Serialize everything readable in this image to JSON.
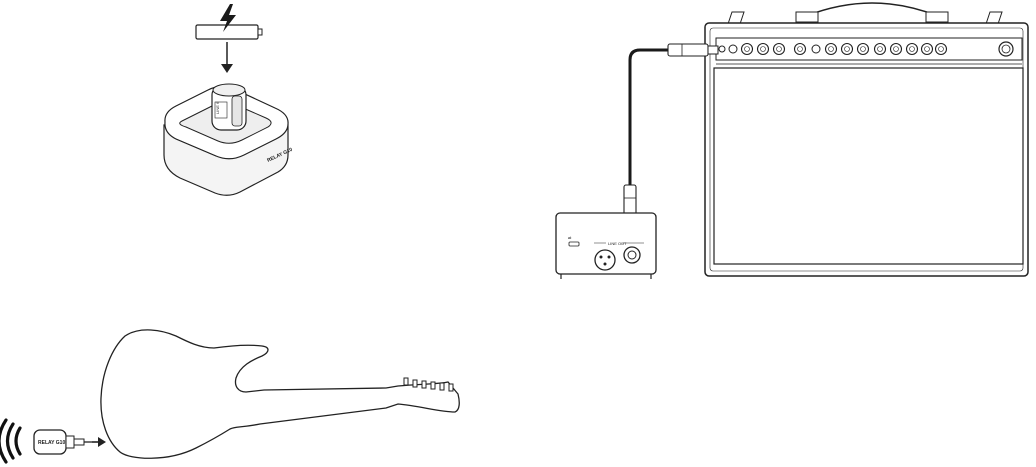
{
  "diagram": {
    "description_labels": {
      "receiver_output_label": "LINE OUT",
      "brand_mark_transmitter": "RELAY G10",
      "brand_mark_charger": "RELAY G10"
    },
    "icons": {
      "battery": "battery-charging-icon",
      "wireless": "wireless-signal-icon",
      "usb": "usb-icon"
    },
    "colors": {
      "stroke": "#222222",
      "fill_light": "#f4f4f4",
      "fill_mid": "#e6e6e6",
      "fill_dark": "#1a1a1a"
    }
  }
}
